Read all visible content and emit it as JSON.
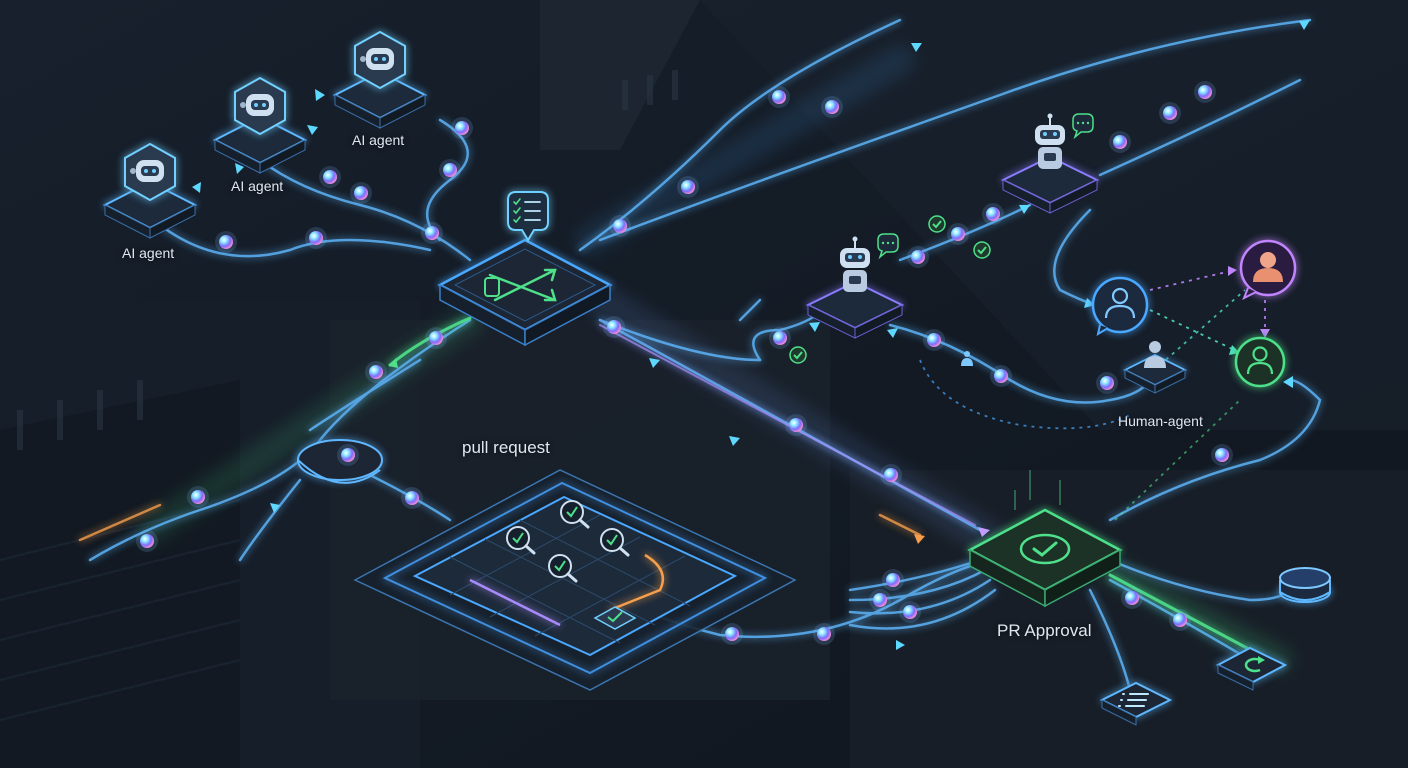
{
  "labels": {
    "agent_1": "AI agent",
    "agent_2": "AI agent",
    "agent_3": "AI agent",
    "pull_request": "pull request",
    "pr_approval": "PR Approval",
    "human_agent": "Human-agent"
  },
  "icons": {
    "agent": "robot-head-icon",
    "hub": "task-list-bubble-icon",
    "review": "magnifier-check-icon",
    "approval": "check-circle-icon",
    "human": "person-icon",
    "chat": "chat-bubble-icon",
    "refresh": "refresh-icon",
    "list": "list-icon",
    "database": "database-icon"
  },
  "colors": {
    "background": "#141c26",
    "flow": "#5fb8ff",
    "accent_green": "#4ee08a",
    "accent_purple": "#a78bfa",
    "accent_orange": "#f59e4b"
  }
}
